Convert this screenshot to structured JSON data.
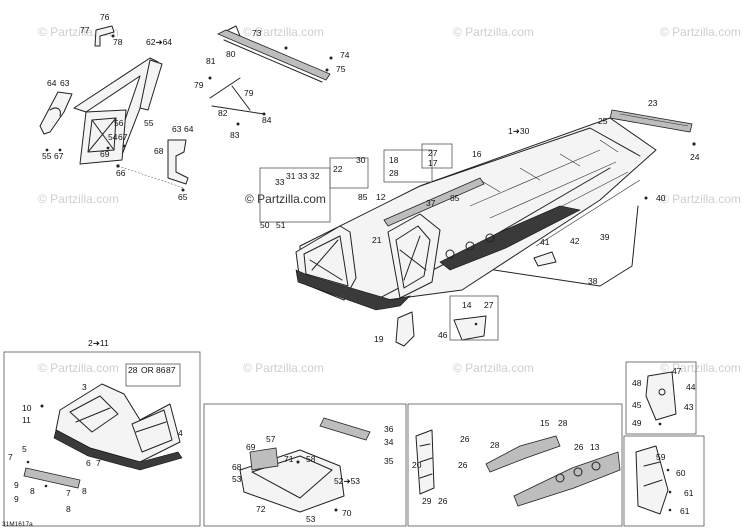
{
  "watermark": {
    "text": "© Partzilla.com",
    "dark_text": "© Partzilla.com"
  },
  "figure_code": "31M1617a",
  "callouts": [
    {
      "id": "c76",
      "text": "76"
    },
    {
      "id": "c77",
      "text": "77"
    },
    {
      "id": "c78",
      "text": "78"
    },
    {
      "id": "c62_64",
      "text": "62➜64"
    },
    {
      "id": "c73",
      "text": "73"
    },
    {
      "id": "c74",
      "text": "74"
    },
    {
      "id": "c75",
      "text": "75"
    },
    {
      "id": "c80",
      "text": "80"
    },
    {
      "id": "c81",
      "text": "81"
    },
    {
      "id": "c79a",
      "text": "79"
    },
    {
      "id": "c79b",
      "text": "79"
    },
    {
      "id": "c82",
      "text": "82"
    },
    {
      "id": "c84",
      "text": "84"
    },
    {
      "id": "c83",
      "text": "83"
    },
    {
      "id": "c64a",
      "text": "64"
    },
    {
      "id": "c63a",
      "text": "63"
    },
    {
      "id": "c56",
      "text": "56"
    },
    {
      "id": "c55",
      "text": "55"
    },
    {
      "id": "c54",
      "text": "54"
    },
    {
      "id": "c67a",
      "text": "67"
    },
    {
      "id": "c69",
      "text": "69"
    },
    {
      "id": "c55b",
      "text": "55"
    },
    {
      "id": "c67b",
      "text": "67"
    },
    {
      "id": "c66",
      "text": "66"
    },
    {
      "id": "c68",
      "text": "68"
    },
    {
      "id": "c63b",
      "text": "63"
    },
    {
      "id": "c64b",
      "text": "64"
    },
    {
      "id": "c65",
      "text": "65"
    },
    {
      "id": "c1_30",
      "text": "1➜30"
    },
    {
      "id": "c23",
      "text": "23"
    },
    {
      "id": "c25",
      "text": "25"
    },
    {
      "id": "c24",
      "text": "24"
    },
    {
      "id": "c16",
      "text": "16"
    },
    {
      "id": "c27a",
      "text": "27"
    },
    {
      "id": "c17",
      "text": "17"
    },
    {
      "id": "c18",
      "text": "18"
    },
    {
      "id": "c28a",
      "text": "28"
    },
    {
      "id": "c30",
      "text": "30"
    },
    {
      "id": "c22",
      "text": "22"
    },
    {
      "id": "c33",
      "text": "33"
    },
    {
      "id": "c31",
      "text": "31"
    },
    {
      "id": "c33b",
      "text": "33"
    },
    {
      "id": "c32",
      "text": "32"
    },
    {
      "id": "c85a",
      "text": "85"
    },
    {
      "id": "c12",
      "text": "12"
    },
    {
      "id": "c37",
      "text": "37"
    },
    {
      "id": "c85b",
      "text": "85"
    },
    {
      "id": "c40",
      "text": "40"
    },
    {
      "id": "c50",
      "text": "50"
    },
    {
      "id": "c51",
      "text": "51"
    },
    {
      "id": "c21",
      "text": "21"
    },
    {
      "id": "c41",
      "text": "41"
    },
    {
      "id": "c42",
      "text": "42"
    },
    {
      "id": "c39",
      "text": "39"
    },
    {
      "id": "c38",
      "text": "38"
    },
    {
      "id": "c14",
      "text": "14"
    },
    {
      "id": "c27b",
      "text": "27"
    },
    {
      "id": "c46",
      "text": "46"
    },
    {
      "id": "c19",
      "text": "19"
    },
    {
      "id": "c2_11",
      "text": "2➜11"
    },
    {
      "id": "c28b",
      "text": "28"
    },
    {
      "id": "cor",
      "text": "OR"
    },
    {
      "id": "c86",
      "text": "86"
    },
    {
      "id": "c87",
      "text": "87"
    },
    {
      "id": "c3",
      "text": "3"
    },
    {
      "id": "c10",
      "text": "10"
    },
    {
      "id": "c11",
      "text": "11"
    },
    {
      "id": "c4",
      "text": "4"
    },
    {
      "id": "c5",
      "text": "5"
    },
    {
      "id": "c7a",
      "text": "7"
    },
    {
      "id": "c9a",
      "text": "9"
    },
    {
      "id": "c9b",
      "text": "9"
    },
    {
      "id": "c8a",
      "text": "8"
    },
    {
      "id": "c6",
      "text": "6"
    },
    {
      "id": "c7b",
      "text": "7"
    },
    {
      "id": "c7c",
      "text": "7"
    },
    {
      "id": "c8b",
      "text": "8"
    },
    {
      "id": "c8c",
      "text": "8"
    },
    {
      "id": "c36",
      "text": "36"
    },
    {
      "id": "c34",
      "text": "34"
    },
    {
      "id": "c35",
      "text": "35"
    },
    {
      "id": "c69b",
      "text": "69"
    },
    {
      "id": "c57",
      "text": "57"
    },
    {
      "id": "c71",
      "text": "71"
    },
    {
      "id": "c58",
      "text": "58"
    },
    {
      "id": "c68b",
      "text": "68"
    },
    {
      "id": "c53a",
      "text": "53"
    },
    {
      "id": "c52_53",
      "text": "52➜53"
    },
    {
      "id": "c72",
      "text": "72"
    },
    {
      "id": "c53b",
      "text": "53"
    },
    {
      "id": "c70",
      "text": "70"
    },
    {
      "id": "c15",
      "text": "15"
    },
    {
      "id": "c28c",
      "text": "28"
    },
    {
      "id": "c26a",
      "text": "26"
    },
    {
      "id": "c28d",
      "text": "28"
    },
    {
      "id": "c20",
      "text": "20"
    },
    {
      "id": "c26b",
      "text": "26"
    },
    {
      "id": "c29",
      "text": "29"
    },
    {
      "id": "c26c",
      "text": "26"
    },
    {
      "id": "c26d",
      "text": "26"
    },
    {
      "id": "c13",
      "text": "13"
    },
    {
      "id": "c47",
      "text": "47"
    },
    {
      "id": "c48",
      "text": "48"
    },
    {
      "id": "c44",
      "text": "44"
    },
    {
      "id": "c45",
      "text": "45"
    },
    {
      "id": "c43",
      "text": "43"
    },
    {
      "id": "c49",
      "text": "49"
    },
    {
      "id": "c59",
      "text": "59"
    },
    {
      "id": "c60",
      "text": "60"
    },
    {
      "id": "c61a",
      "text": "61"
    },
    {
      "id": "c61b",
      "text": "61"
    }
  ]
}
